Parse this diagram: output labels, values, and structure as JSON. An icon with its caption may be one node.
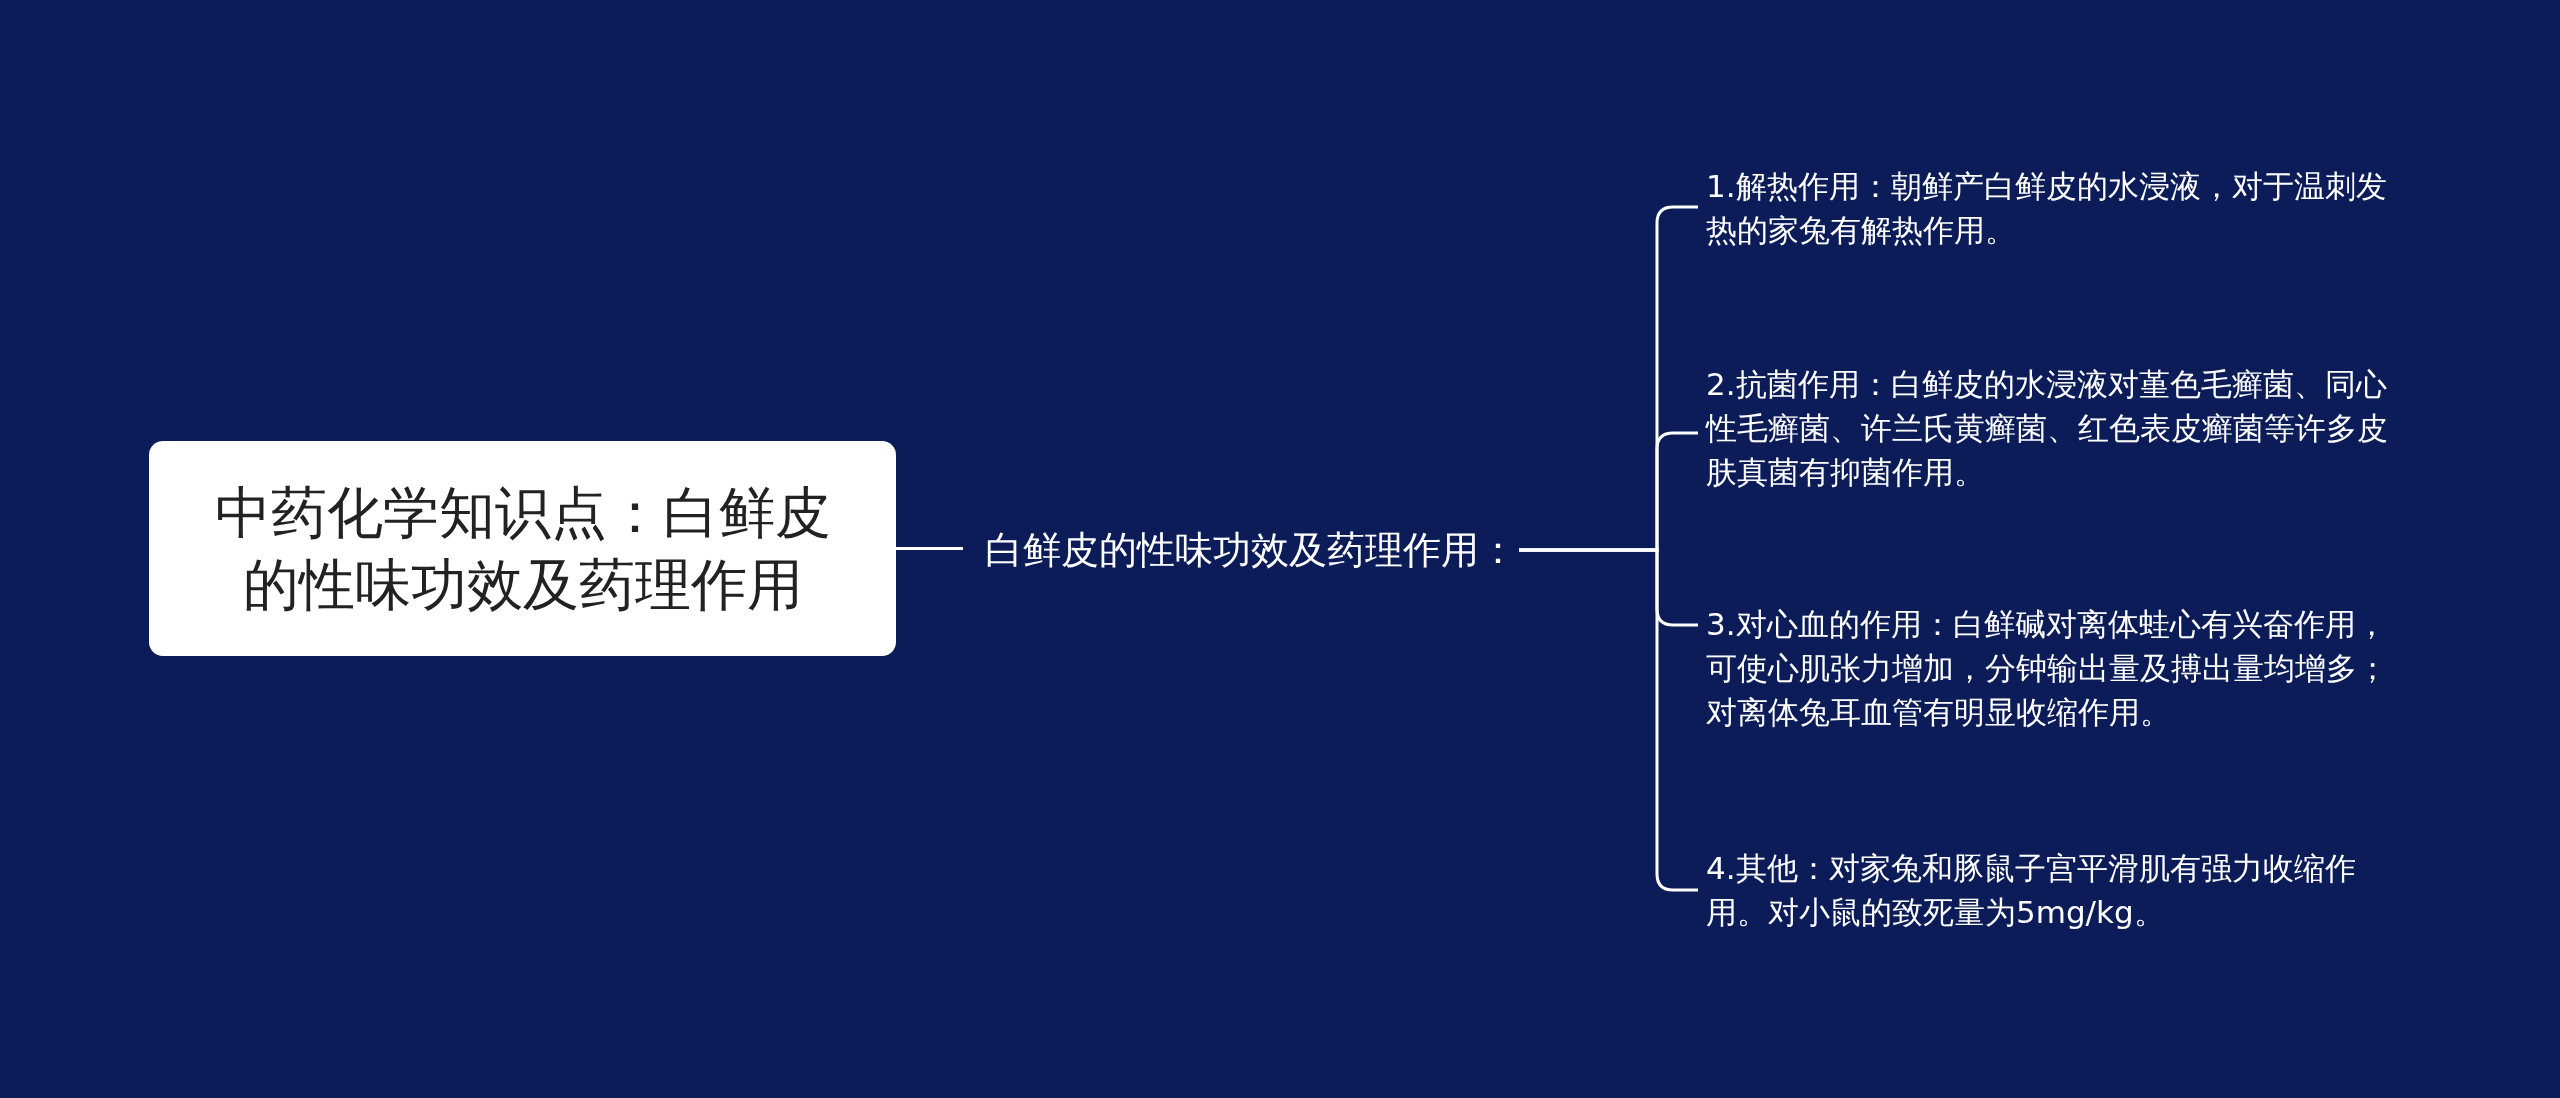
{
  "diagram": {
    "nodes": [
      {
        "text": [
          "中药化学知识点：白鲜皮的性味功效及药理作用"
        ]
      },
      {
        "text": [
          "白鲜皮的性味功效及药理作用："
        ]
      },
      {
        "text": [
          "1.解热作用：朝鲜产白鲜皮的水浸液，对于温刺发热的家兔有解热作用。"
        ]
      },
      {
        "text": [
          "2.抗菌作用：白鲜皮的水浸液对堇色毛癣菌、同心性毛癣菌、许兰氏黄癣菌、红色表皮癣菌等许多皮肤真菌有抑菌作用。"
        ]
      },
      {
        "text": [
          "3.对心血的作用：白鲜碱对离体蛙心有兴奋作用，可使心肌张力增加，分钟输出量及搏出量均增多；对离体兔耳血管有明显收缩作用。"
        ]
      },
      {
        "text": [
          "4.其他：对家兔和豚鼠子宫平滑肌有强力收缩作用。对小鼠的致死量为5mg/kg。"
        ]
      }
    ],
    "edges": [
      {
        "from": 0,
        "to": 1,
        "arrow": "none"
      },
      {
        "from": 1,
        "to": 2,
        "arrow": "none"
      },
      {
        "from": 1,
        "to": 3,
        "arrow": "none"
      },
      {
        "from": 1,
        "to": 4,
        "arrow": "none"
      },
      {
        "from": 1,
        "to": 5,
        "arrow": "none"
      }
    ]
  }
}
